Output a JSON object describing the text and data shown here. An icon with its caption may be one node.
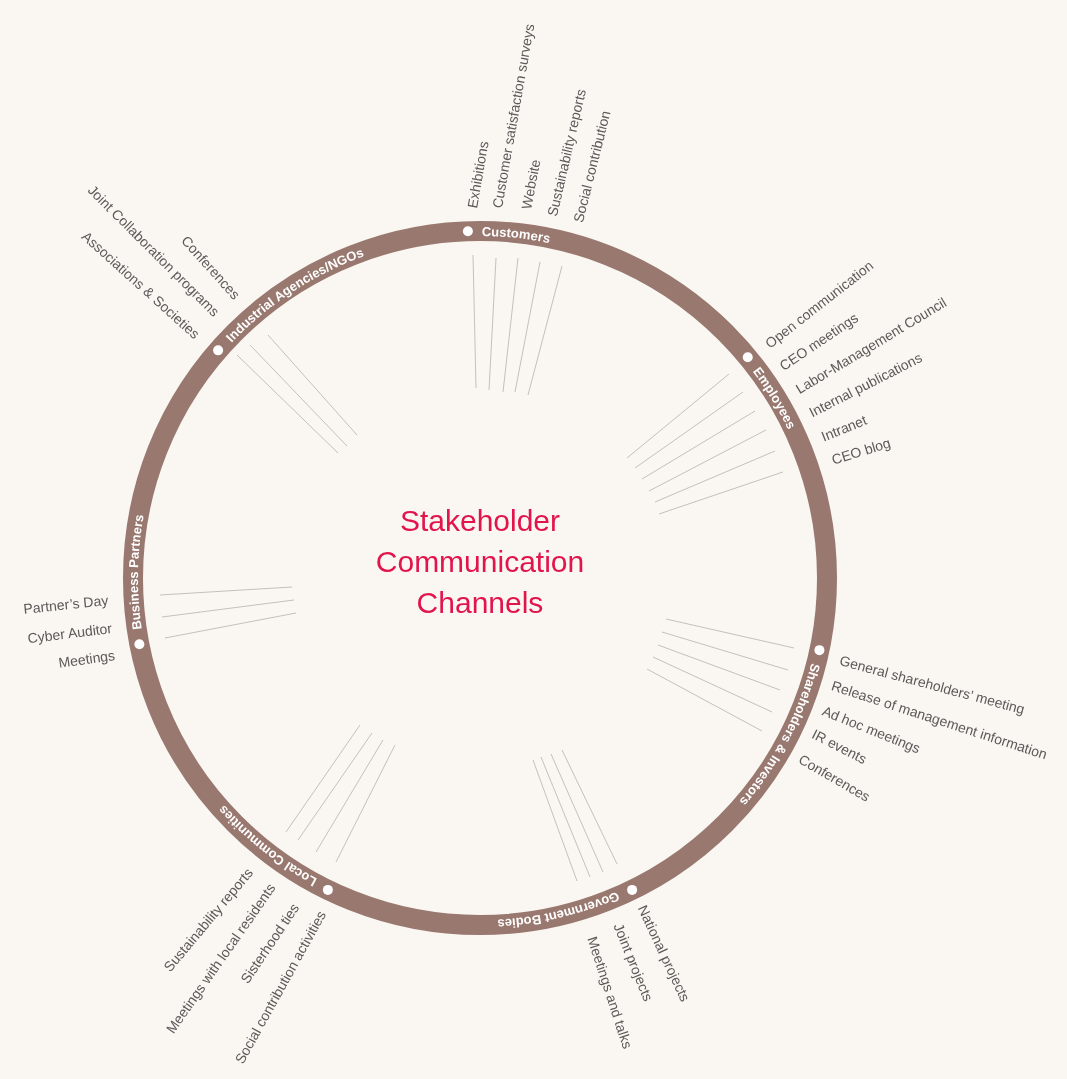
{
  "diagram": {
    "title": "Stakeholder Communication Channels",
    "labels": [
      "Exhibitions",
      "Customer satisfaction surveys",
      "Website",
      "Sustainability reports",
      "Social contribution",
      "Conferences",
      "Joint Collaboration programs",
      "Associations & Societies",
      "Customers",
      "Industrial Agencies/NGOs",
      "Open communication",
      "CEO meetings",
      "Labor-Management Council",
      "Internal publications",
      "Intranet",
      "CEO blog",
      "Employees",
      "Business Partners",
      "Partner’s Day",
      "Cyber Auditor",
      "Meetings",
      "General shareholders’ meeting",
      "Release of management information",
      "Ad hoc meetings",
      "IR events",
      "Conferences",
      "Shareholders & Investors",
      "Local Communities",
      "Government Bodies",
      "Sustainability reports",
      "Meetings with local residents",
      "Sisterhood ties",
      "Social contribution activities",
      "National projects",
      "Joint projects",
      "Meetings and talks"
    ]
  }
}
